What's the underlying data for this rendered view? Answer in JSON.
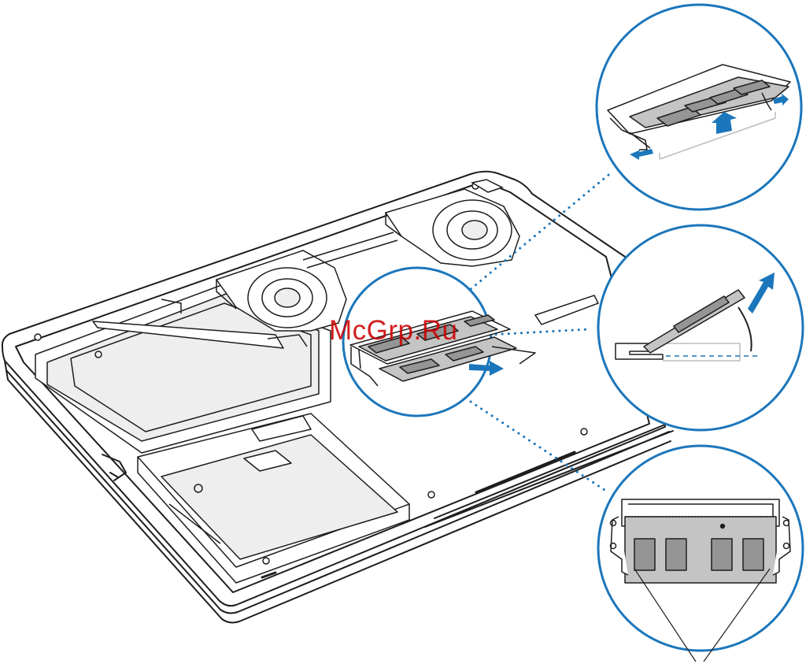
{
  "watermark": {
    "text": "McGrp.Ru"
  },
  "colors": {
    "line": "#1e1e1e",
    "paper": "#ffffff",
    "light_fill": "#eeeeee",
    "ram_module": "#c4c4c4",
    "ram_chip": "#959595",
    "callout_accent": "#1b76bb"
  },
  "callouts": [
    {
      "name": "release-levers",
      "arrows": [
        "left",
        "up",
        "right"
      ]
    },
    {
      "name": "insert-angle",
      "arrows": [
        "up-right"
      ]
    },
    {
      "name": "module-seated",
      "pointers": 2
    }
  ]
}
